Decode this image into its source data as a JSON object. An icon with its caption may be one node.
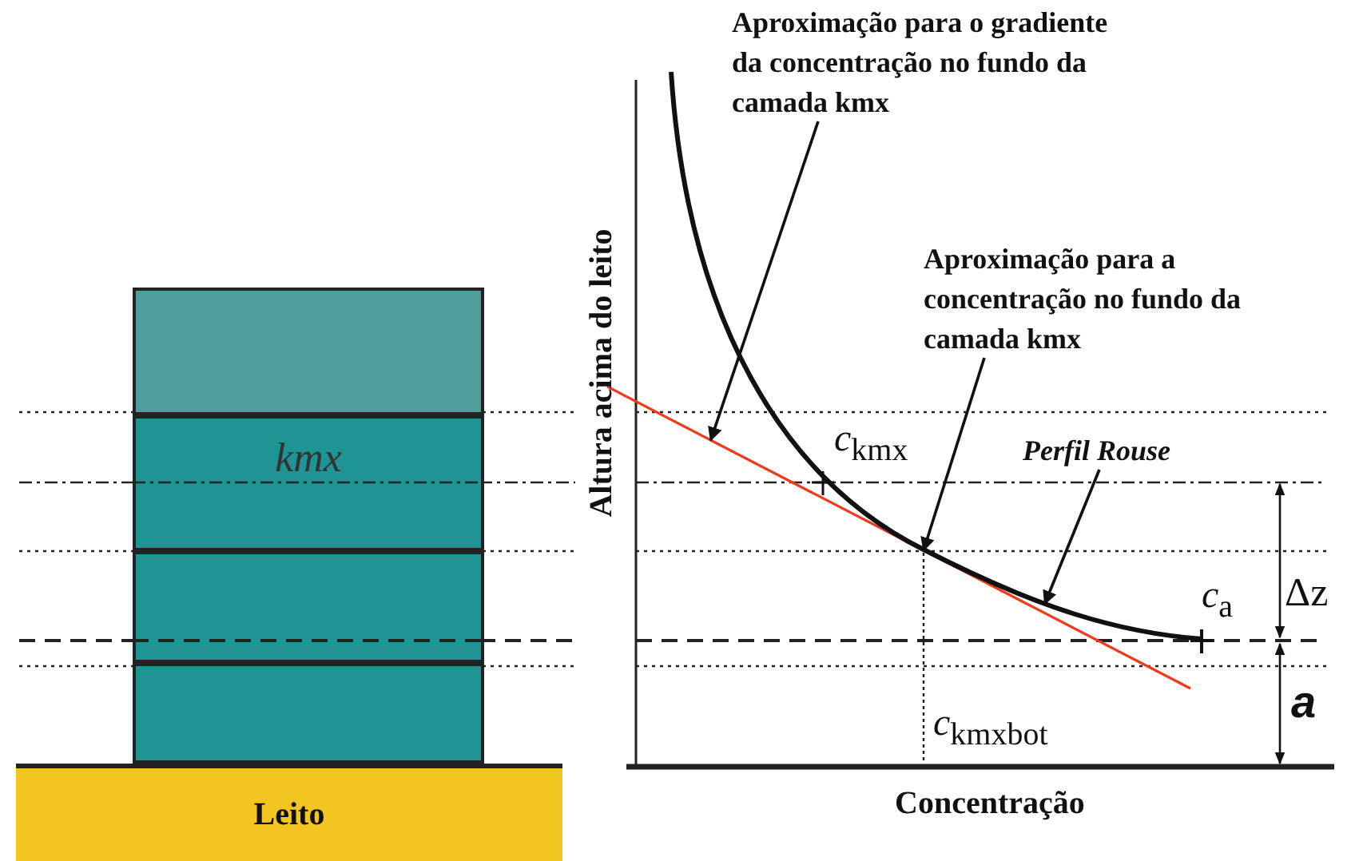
{
  "diagram": {
    "nodes": [
      {
        "text": [],
        "shape": "box"
      },
      {
        "text": [
          "kmx"
        ]
      },
      {
        "text": [],
        "shape": "box"
      },
      {
        "text": [],
        "shape": "box"
      },
      {
        "text": [
          "Leito"
        ]
      },
      {
        "text": [
          "Aproximação para o gradiente da concentração no fundo da camada kmx"
        ]
      },
      {
        "text": [],
        "shape": "line"
      },
      {
        "text": [
          "Aproximação para a concentração no fundo da camada kmx"
        ]
      },
      {
        "text": [
          "Perfil Rouse"
        ]
      },
      {
        "text": [],
        "shape": "curve"
      }
    ],
    "edges": [
      {
        "from": 5,
        "to": 6,
        "arrow": "to"
      },
      {
        "from": 7,
        "to": 6,
        "arrow": "to"
      },
      {
        "from": 8,
        "to": 9,
        "arrow": "to"
      }
    ],
    "labels": [
      "Altura acima do leito",
      "*c*$_{kmx}$",
      "*c*$_{a}$",
      "Δz",
      "*a*",
      "*c*$_{kmxbot}$",
      "Concentração"
    ]
  }
}
